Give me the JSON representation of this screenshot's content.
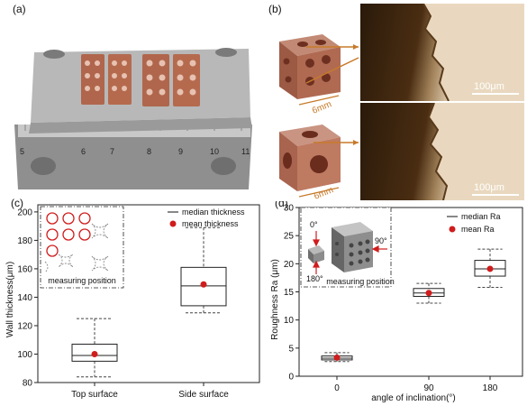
{
  "panels": {
    "a": "(a)",
    "b": "(b)",
    "c": "(c)",
    "d": "(d)"
  },
  "photo_a": {
    "ruler_numbers": [
      "5",
      "6",
      "7",
      "8",
      "9",
      "10",
      "11"
    ]
  },
  "photo_b": {
    "dimension_top": "6mm",
    "dimension_bottom": "6mm",
    "scale_top": "100μm",
    "scale_bottom": "100μm"
  },
  "chart_data": [
    {
      "type": "box",
      "ylabel": "Wall thickness(μm)",
      "categories": [
        "Top surface",
        "Side surface"
      ],
      "yticks": [
        80,
        100,
        120,
        140,
        160,
        180,
        200
      ],
      "ylim": [
        80,
        205
      ],
      "boxes": [
        {
          "category": "Top surface",
          "whisker_low": 84,
          "q1": 95,
          "median": 99,
          "q3": 107,
          "whisker_high": 125,
          "mean": 100
        },
        {
          "category": "Side surface",
          "whisker_low": 129,
          "q1": 134,
          "median": 148,
          "q3": 161,
          "whisker_high": 189,
          "mean": 149
        }
      ],
      "legend": [
        "median thickness",
        "mean thickness"
      ],
      "legend_position": "top-right",
      "inset_label": "measuring position"
    },
    {
      "type": "box",
      "xlabel": "angle of inclination(°)",
      "ylabel": "Roughness Ra (μm)",
      "categories": [
        "0",
        "90",
        "180"
      ],
      "yticks": [
        0,
        5,
        10,
        15,
        20,
        25,
        30
      ],
      "ylim": [
        0,
        30
      ],
      "boxes": [
        {
          "category": "0",
          "whisker_low": 2.6,
          "q1": 2.9,
          "median": 3.2,
          "q3": 3.6,
          "whisker_high": 4.2,
          "mean": 3.3
        },
        {
          "category": "90",
          "whisker_low": 13.0,
          "q1": 14.2,
          "median": 14.8,
          "q3": 15.6,
          "whisker_high": 16.5,
          "mean": 14.8
        },
        {
          "category": "180",
          "whisker_low": 15.8,
          "q1": 17.8,
          "median": 19.1,
          "q3": 20.6,
          "whisker_high": 22.6,
          "mean": 19.1
        }
      ],
      "legend": [
        "median Ra",
        "mean Ra"
      ],
      "legend_position": "top-right",
      "inset_label": "measuring position",
      "inset_angles": [
        "0°",
        "90°",
        "180°"
      ]
    }
  ],
  "colors": {
    "mean_marker": "#d01c1c",
    "copper": "#b56a4e",
    "steel": "#a9a9a9"
  }
}
